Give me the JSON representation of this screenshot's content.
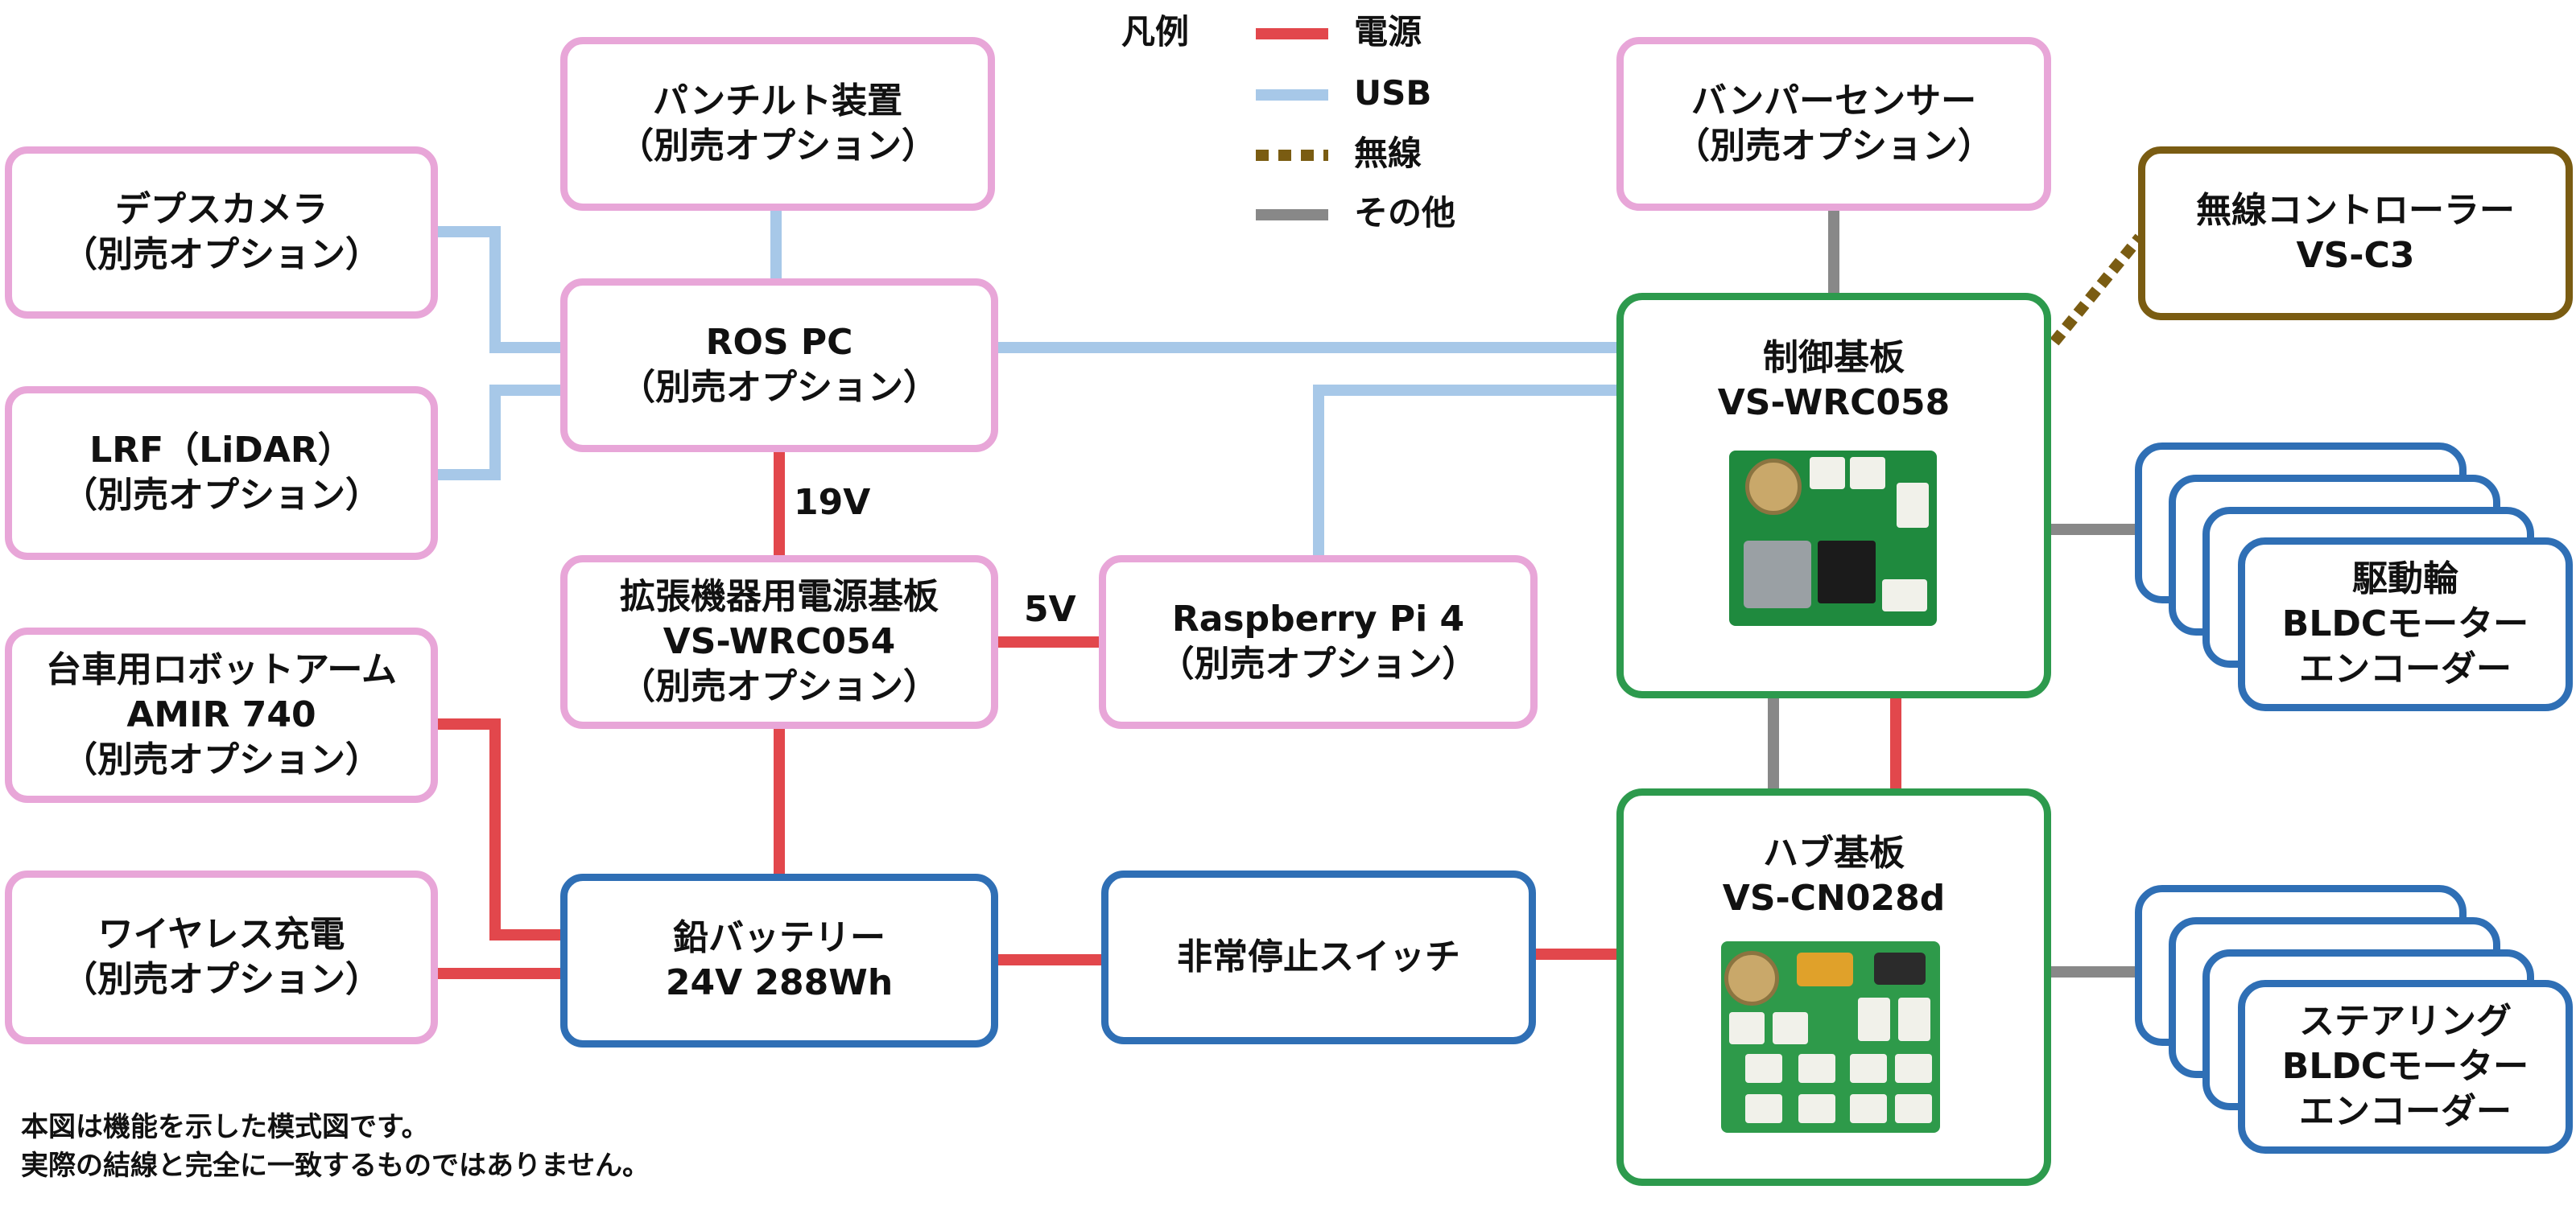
{
  "legend": {
    "title": "凡例",
    "items": [
      {
        "label": "電源",
        "color": "#e2474c",
        "style": "solid"
      },
      {
        "label": "USB",
        "color": "#a7c8e8",
        "style": "solid"
      },
      {
        "label": "無線",
        "color": "#7a5c12",
        "style": "dotted"
      },
      {
        "label": "その他",
        "color": "#888888",
        "style": "solid"
      }
    ]
  },
  "nodes": {
    "pantilt": {
      "line1": "パンチルト装置",
      "line2": "（別売オプション）"
    },
    "depth_camera": {
      "line1": "デプスカメラ",
      "line2": "（別売オプション）"
    },
    "ros_pc": {
      "line1": "ROS PC",
      "line2": "（別売オプション）"
    },
    "lrf": {
      "line1": "LRF（LiDAR）",
      "line2": "（別売オプション）"
    },
    "power_board": {
      "line1": "拡張機器用電源基板",
      "line2": "VS-WRC054",
      "line3": "（別売オプション）"
    },
    "raspberry_pi": {
      "line1": "Raspberry Pi 4",
      "line2": "（別売オプション）"
    },
    "robot_arm": {
      "line1": "台車用ロボットアーム",
      "line2": "AMIR 740",
      "line3": "（別売オプション）"
    },
    "wireless_charge": {
      "line1": "ワイヤレス充電",
      "line2": "（別売オプション）"
    },
    "battery": {
      "line1": "鉛バッテリー",
      "line2": "24V 288Wh"
    },
    "estop": {
      "line1": "非常停止スイッチ"
    },
    "bumper": {
      "line1": "バンパーセンサー",
      "line2": "（別売オプション）"
    },
    "controller": {
      "line1": "無線コントローラー",
      "line2": "VS-C3"
    },
    "control_board": {
      "line1": "制御基板",
      "line2": "VS-WRC058"
    },
    "hub_board": {
      "line1": "ハブ基板",
      "line2": "VS-CN028d"
    },
    "drive_motor": {
      "line1": "駆動輪",
      "line2": "BLDCモーター",
      "line3": "エンコーダー"
    },
    "steer_motor": {
      "line1": "ステアリング",
      "line2": "BLDCモーター",
      "line3": "エンコーダー"
    }
  },
  "voltage_labels": {
    "v19": "19V",
    "v5": "5V"
  },
  "note": {
    "line1": "本図は機能を示した模式図です。",
    "line2": "実際の結線と完全に一致するものではありません。"
  }
}
